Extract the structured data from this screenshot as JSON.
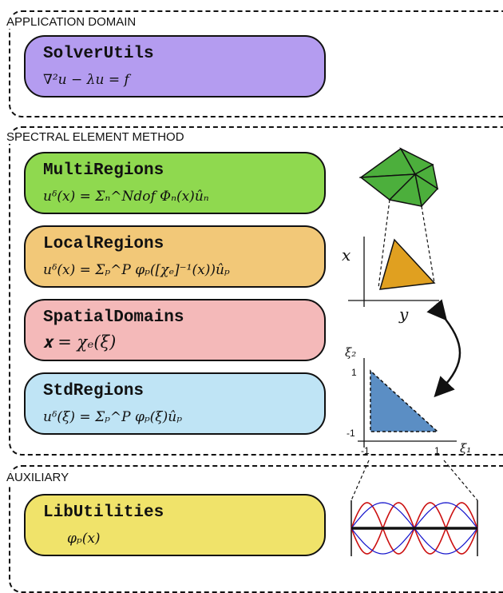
{
  "groups": {
    "application_domain": {
      "title": "APPLICATION DOMAIN"
    },
    "spectral_element_method": {
      "title": "SPECTRAL ELEMENT METHOD"
    },
    "auxiliary": {
      "title": "AUXILIARY"
    }
  },
  "libraries": {
    "solverutils": {
      "name": "SolverUtils",
      "equation": "∇²u − λu = f",
      "color": "#b49cf0"
    },
    "multiregions": {
      "name": "MultiRegions",
      "equation": "uᵟ(x) = Σₙ^Ndof Φₙ(x)ûₙ",
      "color": "#8fd94f"
    },
    "localregions": {
      "name": "LocalRegions",
      "equation": "uᵟ(x) = Σₚ^P φₚ([χₑ]⁻¹(x))ûₚ",
      "color": "#f2c878"
    },
    "spatialdomains": {
      "name": "SpatialDomains",
      "equation": "𝐱 = χₑ(ξ)",
      "color": "#f4b9b9"
    },
    "stdregions": {
      "name": "StdRegions",
      "equation": "uᵟ(ξ) = Σₚ^P φₚ(ξ)ûₚ",
      "color": "#bfe4f5"
    },
    "libutilities": {
      "name": "LibUtilities",
      "equation": "φₚ(x)",
      "color": "#f0e36a"
    }
  },
  "figures": {
    "physical_axes": {
      "vertical_label": "x",
      "horizontal_label": "y"
    },
    "reference_axes": {
      "vertical_label": "ξ₂",
      "horizontal_label": "ξ₁",
      "tick_top": "1",
      "tick_bottom": "-1",
      "tick_left": "-1",
      "tick_right": "1"
    },
    "colors": {
      "mesh": "#4caf3c",
      "element": "#e0a020",
      "reference": "#5b8ec4",
      "basis_red": "#cc1111",
      "basis_blue": "#1111cc"
    }
  }
}
